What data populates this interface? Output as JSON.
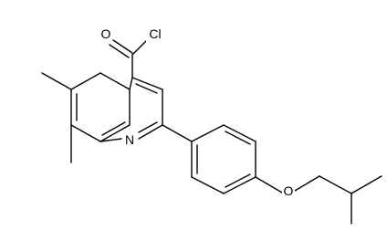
{
  "molecule": {
    "atoms": {
      "carbonyl_oxygen": "O",
      "chlorine": "Cl",
      "ring_nitrogen": "N",
      "ether_oxygen": "O"
    }
  },
  "colors": {
    "bond": "#000000",
    "label": "#000000",
    "background": "#ffffff"
  }
}
